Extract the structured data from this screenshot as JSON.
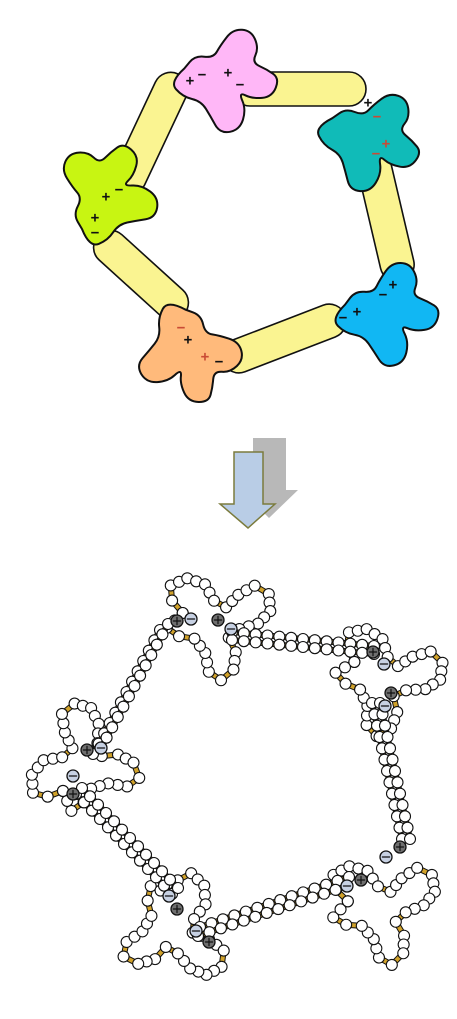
{
  "meta": {
    "title": ""
  },
  "top": {
    "blobs": [
      {
        "id": "pink",
        "color": "#FFB7F7"
      },
      {
        "id": "teal",
        "color": "#10BBB8"
      },
      {
        "id": "green",
        "color": "#C8F512"
      },
      {
        "id": "blue",
        "color": "#11B7F3"
      },
      {
        "id": "orange",
        "color": "#FFBA7B"
      }
    ],
    "rods": [
      {
        "id": "pink-green",
        "color": "#FAF491"
      },
      {
        "id": "pink-teal",
        "color": "#FAF491"
      },
      {
        "id": "teal-blue",
        "color": "#FAF491"
      },
      {
        "id": "blue-orange",
        "color": "#FAF491"
      },
      {
        "id": "orange-green",
        "color": "#FAF491"
      }
    ],
    "signs": [
      {
        "text": "+",
        "color": "#111111"
      },
      {
        "text": "−",
        "color": "#111111"
      },
      {
        "text": "+",
        "color": "#111111"
      },
      {
        "text": "−",
        "color": "#111111"
      },
      {
        "text": "+",
        "color": "#111111"
      },
      {
        "text": "−",
        "color": "#c94b35"
      },
      {
        "text": "+",
        "color": "#c94b35"
      },
      {
        "text": "−",
        "color": "#c94b35"
      },
      {
        "text": "+",
        "color": "#111111"
      },
      {
        "text": "−",
        "color": "#111111"
      },
      {
        "text": "+",
        "color": "#111111"
      },
      {
        "text": "−",
        "color": "#111111"
      },
      {
        "text": "+",
        "color": "#111111"
      },
      {
        "text": "−",
        "color": "#c94b35"
      },
      {
        "text": "+",
        "color": "#c94b35"
      },
      {
        "text": "−",
        "color": "#111111"
      },
      {
        "text": "+",
        "color": "#111111"
      },
      {
        "text": "−",
        "color": "#111111"
      },
      {
        "text": "+",
        "color": "#111111"
      },
      {
        "text": "−",
        "color": "#111111"
      }
    ]
  },
  "arrow": {
    "fill": "#B9CDE6",
    "shadow": "#B8B8B8",
    "stroke": "#7B7B3D",
    "direction": "down"
  },
  "bottom": {
    "bead_fill": "#FFFFFF",
    "bond_color": "#D1A22A",
    "positive_fill": "#6F6F6F",
    "negative_fill": "#C7D1E3"
  }
}
